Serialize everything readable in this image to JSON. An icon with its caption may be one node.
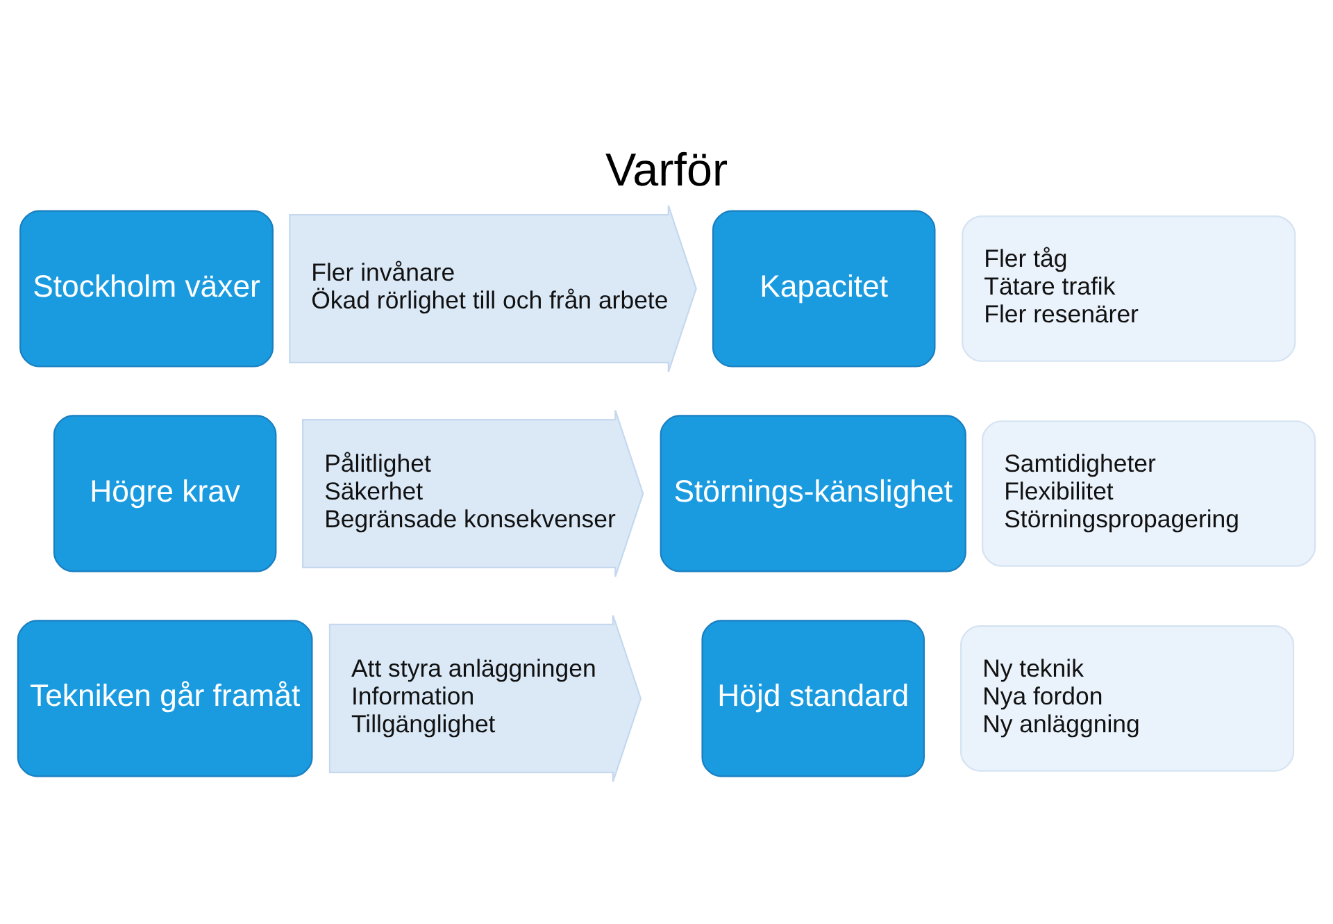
{
  "diagram": {
    "title": "Varför",
    "nodes": [
      {
        "text": [
          "Stockholm växer"
        ]
      },
      {
        "text": [
          "Fler invånare",
          "Ökad rörlighet till och från arbete"
        ]
      },
      {
        "text": [
          "Kapacitet"
        ]
      },
      {
        "text": [
          "Fler tåg",
          "Tätare trafik",
          "Fler resenärer"
        ]
      },
      {
        "text": [
          "Högre krav"
        ]
      },
      {
        "text": [
          "Pålitlighet",
          "Säkerhet",
          "Begränsade konsekvenser"
        ]
      },
      {
        "text": [
          "Störnings-känslighet"
        ]
      },
      {
        "text": [
          "Samtidigheter",
          "Flexibilitet",
          "Störningspropagering"
        ]
      },
      {
        "text": [
          "Tekniken går framåt"
        ]
      },
      {
        "text": [
          "Att styra anläggningen",
          "Information",
          "Tillgänglighet"
        ]
      },
      {
        "text": [
          "Höjd standard"
        ]
      },
      {
        "text": [
          "Ny teknik",
          "Nya fordon",
          "Ny anläggning"
        ]
      }
    ]
  }
}
